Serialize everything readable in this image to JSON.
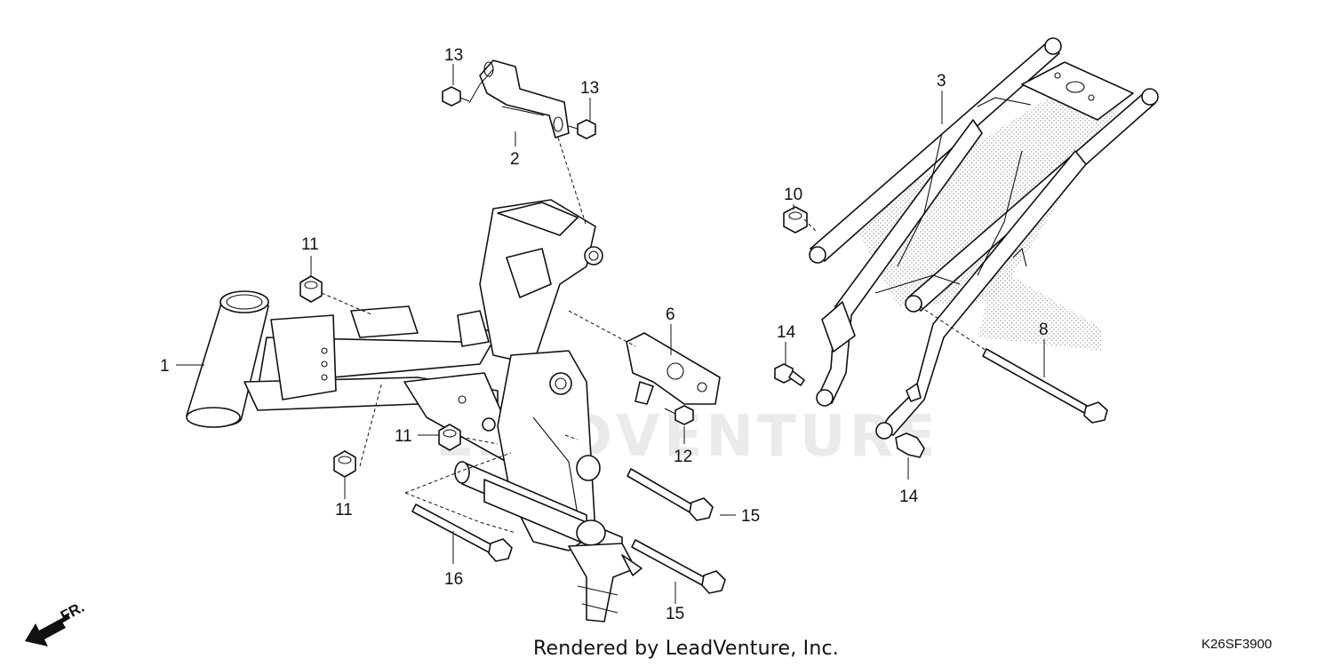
{
  "diagram": {
    "callouts": [
      {
        "id": "c13a",
        "label": "13"
      },
      {
        "id": "c13b",
        "label": "13"
      },
      {
        "id": "c2",
        "label": "2"
      },
      {
        "id": "c3",
        "label": "3"
      },
      {
        "id": "c10",
        "label": "10"
      },
      {
        "id": "c11a",
        "label": "11"
      },
      {
        "id": "c1",
        "label": "1"
      },
      {
        "id": "c6",
        "label": "6"
      },
      {
        "id": "c14a",
        "label": "14"
      },
      {
        "id": "c8",
        "label": "8"
      },
      {
        "id": "c11b",
        "label": "11"
      },
      {
        "id": "c12",
        "label": "12"
      },
      {
        "id": "c11c",
        "label": "11"
      },
      {
        "id": "c15a",
        "label": "15"
      },
      {
        "id": "c14b",
        "label": "14"
      },
      {
        "id": "c16",
        "label": "16"
      },
      {
        "id": "c15b",
        "label": "15"
      }
    ],
    "direction_label": "FR.",
    "watermark": "LEADVENTURE",
    "footer_text": "Rendered by LeadVenture, Inc.",
    "diagram_code": "K26SF3900"
  },
  "colors": {
    "line": "#111111",
    "background": "#ffffff",
    "stipple": "#999999",
    "watermark": "#d9d9d9"
  }
}
